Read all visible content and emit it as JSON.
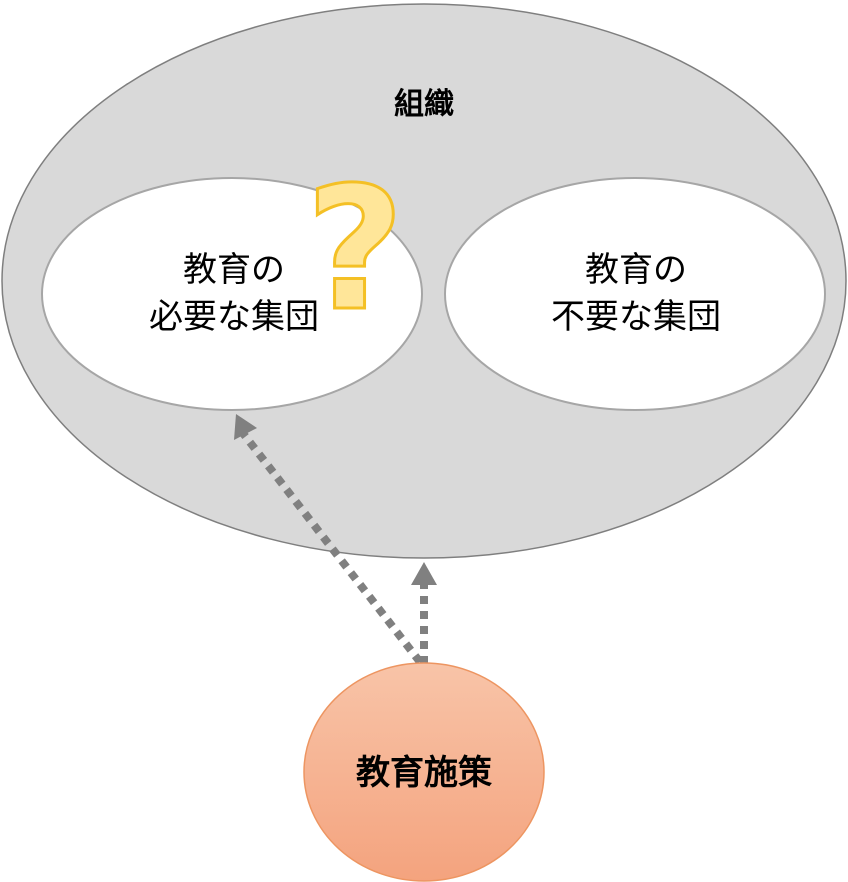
{
  "diagram": {
    "organization": {
      "label": "組織",
      "fill": "#d9d9d9",
      "stroke": "#7f7f7f"
    },
    "needed_group": {
      "line1": "教育の",
      "line2": "必要な集団",
      "fill": "#ffffff",
      "stroke": "#a6a6a6"
    },
    "unneeded_group": {
      "line1": "教育の",
      "line2": "不要な集団",
      "fill": "#ffffff",
      "stroke": "#a6a6a6"
    },
    "question_mark": {
      "symbol": "?",
      "fill": "#ffe699",
      "stroke": "#f4c025"
    },
    "education_policy": {
      "label": "教育施策",
      "fill_top": "#f8c4a8",
      "fill_bottom": "#f4a37e",
      "stroke": "#ed9561"
    },
    "arrows": {
      "color": "#808080",
      "style": "dotted"
    }
  }
}
